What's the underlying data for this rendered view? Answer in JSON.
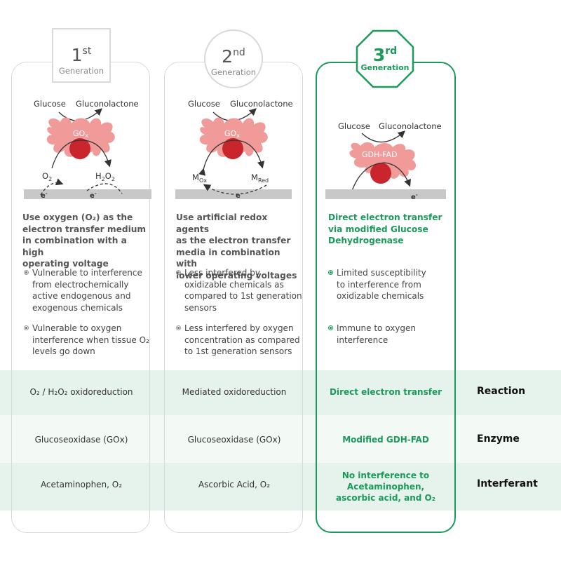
{
  "generations": [
    {
      "badge_number": "1",
      "badge_suffix": "st",
      "badge_label": "Generation",
      "diagram": {
        "substrate": "Glucose",
        "product": "Gluconolactone",
        "enzyme": "GO",
        "enzyme_sub": "x",
        "left_species": "O",
        "left_species_sub": "2",
        "right_species": "H",
        "right_species_sub1": "2",
        "right_species_mid": "O",
        "right_species_sub2": "2",
        "electron": "e",
        "electron_sup": "-"
      },
      "heading_lines": [
        "Use oxygen (O₂) as the",
        "electron transfer medium",
        "in combination with a high",
        "operating voltage"
      ],
      "bullets": [
        {
          "lines": [
            "Vulnerable to interference",
            "from electrochemically",
            "active  endogenous and",
            "exogenous chemicals"
          ]
        },
        {
          "lines": [
            "Vulnerable to oxygen",
            "interference when tissue O₂",
            "levels go down"
          ]
        }
      ],
      "reaction": "O₂ / H₂O₂ oxidoreduction",
      "enzyme_name": "Glucoseoxidase (GOx)",
      "interferant": "Acetaminophen, O₂"
    },
    {
      "badge_number": "2",
      "badge_suffix": "nd",
      "badge_label": "Generation",
      "diagram": {
        "substrate": "Glucose",
        "product": "Gluconolactone",
        "enzyme": "GO",
        "enzyme_sub": "x",
        "left_species": "M",
        "left_species_sub": "Ox",
        "right_species": "M",
        "right_species_sub": "Red",
        "electron": "e",
        "electron_sup": "-"
      },
      "heading_lines": [
        "Use artificial redox agents",
        "as the electron transfer",
        "media in combination with",
        "lower operating voltages"
      ],
      "bullets": [
        {
          "lines": [
            "Less interfered by",
            "oxidizable chemicals as",
            "compared to 1st generation",
            "sensors"
          ]
        },
        {
          "lines": [
            "Less interfered by oxygen",
            "concentration as compared",
            "to 1st generation sensors"
          ]
        }
      ],
      "reaction": "Mediated oxidoreduction",
      "enzyme_name": "Glucoseoxidase (GOx)",
      "interferant": "Ascorbic Acid, O₂"
    },
    {
      "badge_number": "3",
      "badge_suffix": "rd",
      "badge_label": "Generation",
      "diagram": {
        "substrate": "Glucose",
        "product": "Gluconolactone",
        "enzyme": "GDH-FAD",
        "electron": "e",
        "electron_sup": "-"
      },
      "heading_lines": [
        "Direct electron transfer",
        "via modified Glucose",
        "Dehydrogenase"
      ],
      "bullets": [
        {
          "lines": [
            "Limited susceptibility",
            "to interference from",
            "oxidizable chemicals"
          ]
        },
        {
          "lines": [
            "Immune to oxygen",
            "interference"
          ]
        }
      ],
      "reaction": "Direct electron transfer",
      "enzyme_name": "Modified GDH-FAD",
      "interferant_lines": [
        "No interference to",
        "Acetaminophen,",
        "ascorbic acid, and O₂"
      ]
    }
  ],
  "row_labels": {
    "reaction": "Reaction",
    "enzyme": "Enzyme",
    "interferant": "Interferant"
  },
  "colors": {
    "accent_green": "#1b9a5a",
    "enzyme_pink": "#f09a9a",
    "active_site_red": "#c9252c",
    "electrode_gray": "#c8c8c8",
    "band_green": "#e6f3ec"
  }
}
